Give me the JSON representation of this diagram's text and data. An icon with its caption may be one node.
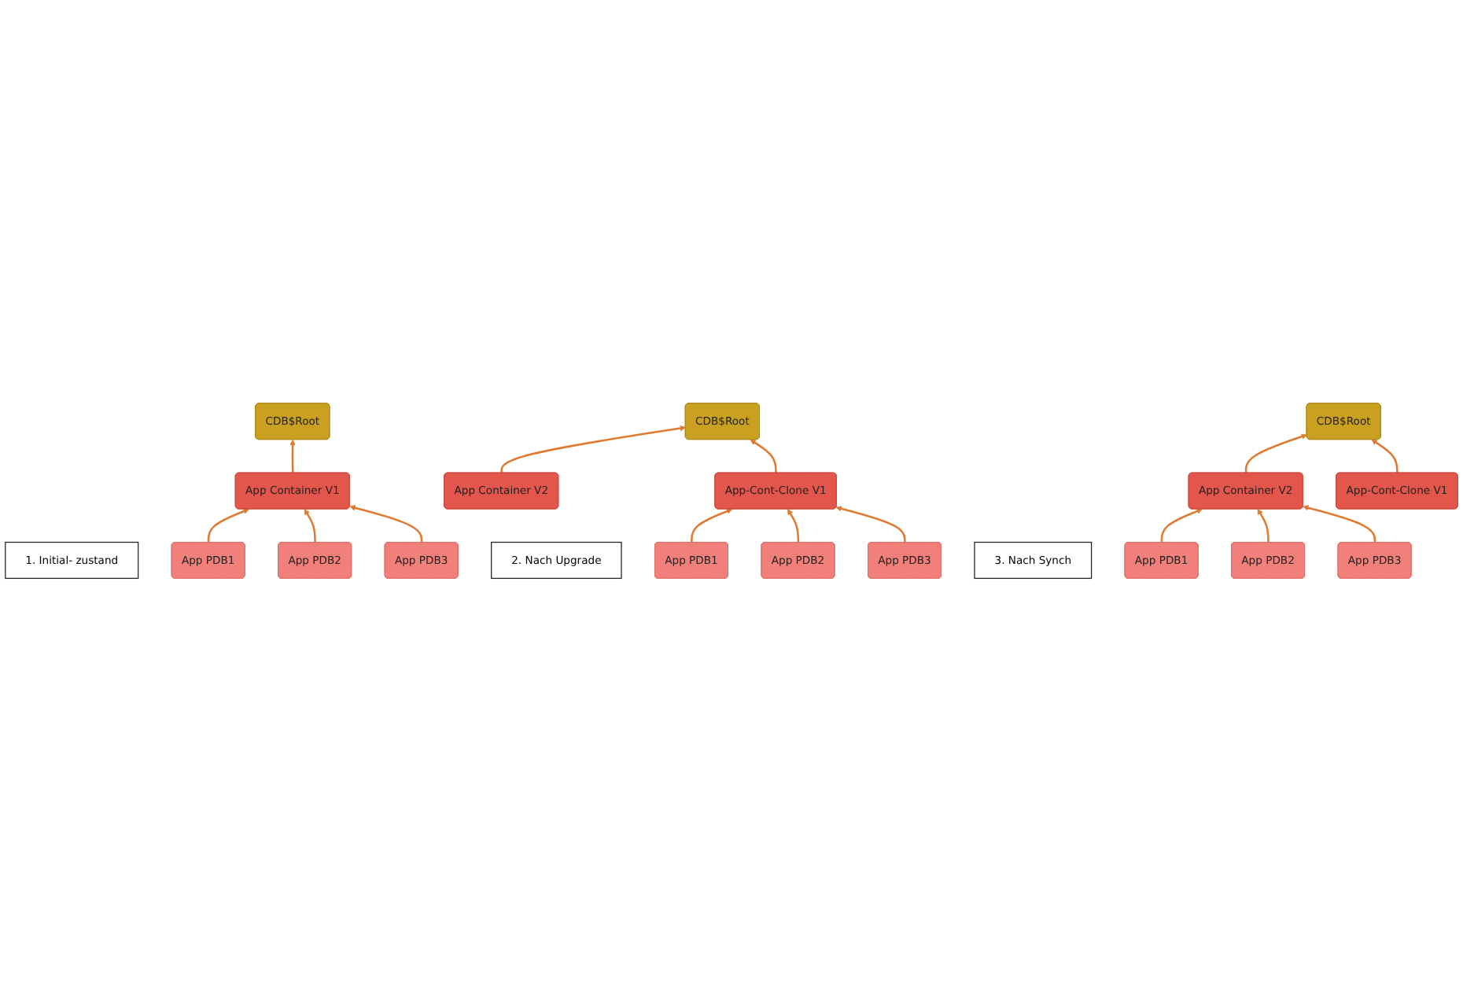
{
  "diagram": {
    "nodes": [
      {
        "text": [
          "1. Initial- zustand"
        ]
      },
      {
        "text": [
          "CDB$Root"
        ]
      },
      {
        "text": [
          "App Container V1"
        ]
      },
      {
        "text": [
          "App PDB1"
        ]
      },
      {
        "text": [
          "App PDB2"
        ]
      },
      {
        "text": [
          "App PDB3"
        ]
      },
      {
        "text": [
          "2. Nach Upgrade"
        ]
      },
      {
        "text": [
          "CDB$Root"
        ]
      },
      {
        "text": [
          "App Container V2"
        ]
      },
      {
        "text": [
          "App-Cont-Clone V1"
        ]
      },
      {
        "text": [
          "App PDB1"
        ]
      },
      {
        "text": [
          "App PDB2"
        ]
      },
      {
        "text": [
          "App PDB3"
        ]
      },
      {
        "text": [
          "3. Nach Synch"
        ]
      },
      {
        "text": [
          "CDB$Root"
        ]
      },
      {
        "text": [
          "App Container V2"
        ]
      },
      {
        "text": [
          "App-Cont-Clone V1"
        ]
      },
      {
        "text": [
          "App PDB1"
        ]
      },
      {
        "text": [
          "App PDB2"
        ]
      },
      {
        "text": [
          "App PDB3"
        ]
      }
    ],
    "edges": [
      {
        "from": 3,
        "to": 2,
        "arrow": "to"
      },
      {
        "from": 4,
        "to": 2,
        "arrow": "to"
      },
      {
        "from": 5,
        "to": 2,
        "arrow": "to"
      },
      {
        "from": 2,
        "to": 1,
        "arrow": "to"
      },
      {
        "from": 8,
        "to": 7,
        "arrow": "to"
      },
      {
        "from": 9,
        "to": 7,
        "arrow": "to"
      },
      {
        "from": 10,
        "to": 9,
        "arrow": "to"
      },
      {
        "from": 11,
        "to": 9,
        "arrow": "to"
      },
      {
        "from": 12,
        "to": 9,
        "arrow": "to"
      },
      {
        "from": 15,
        "to": 14,
        "arrow": "to"
      },
      {
        "from": 16,
        "to": 14,
        "arrow": "to"
      },
      {
        "from": 17,
        "to": 15,
        "arrow": "to"
      },
      {
        "from": 18,
        "to": 15,
        "arrow": "to"
      },
      {
        "from": 19,
        "to": 15,
        "arrow": "to"
      }
    ]
  }
}
